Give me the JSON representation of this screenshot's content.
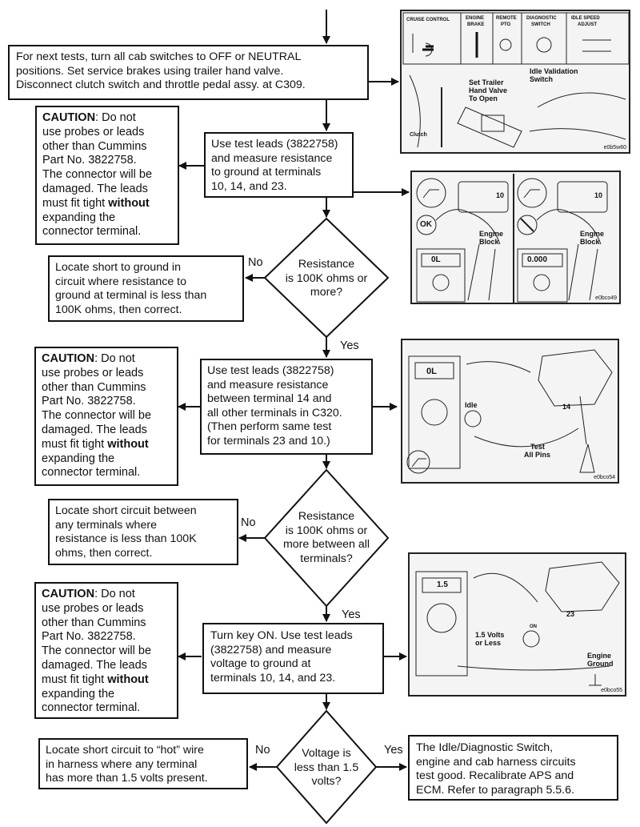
{
  "flow": {
    "intro": [
      "For next tests, turn all cab switches to OFF or NEUTRAL",
      "positions. Set service brakes using trailer hand valve.",
      "Disconnect clutch switch and throttle pedal assy. at C309."
    ],
    "step1": [
      "Use test leads (3822758)",
      "and measure resistance",
      "to ground at  terminals",
      "10, 14, and 23."
    ],
    "decision1": [
      "Resistance",
      "is 100K ohms or",
      "more?"
    ],
    "fail1": [
      "Locate short to ground in",
      "circuit where resistance to",
      "ground at terminal is less than",
      "100K ohms, then correct."
    ],
    "step2": [
      "Use test leads (3822758)",
      "and measure resistance",
      "between  terminal 14 and",
      "all other terminals in C320.",
      "(Then perform same test",
      "for terminals 23 and 10.)"
    ],
    "decision2": [
      "Resistance",
      "is 100K ohms or",
      "more between all",
      "terminals?"
    ],
    "fail2": [
      "Locate short circuit between",
      "any terminals where",
      "resistance is less than 100K",
      "ohms, then correct."
    ],
    "step3": [
      "Turn key ON. Use test leads",
      "(3822758) and measure",
      "voltage to ground at",
      "terminals 10, 14, and 23."
    ],
    "decision3": [
      "Voltage is",
      "less than 1.5",
      "volts?"
    ],
    "fail3": [
      "Locate short circuit to “hot” wire",
      "in harness where any terminal",
      "has more than 1.5 volts present."
    ],
    "pass": [
      "The Idle/Diagnostic Switch,",
      "engine and cab harness circuits",
      "test good. Recalibrate APS and",
      "ECM. Refer to paragraph 5.5.6."
    ],
    "yes": "Yes",
    "no": "No"
  },
  "caution": {
    "label": "CAUTION",
    "lines": [
      ": Do not",
      "use probes or leads",
      "other than Cummins",
      "Part No. 3822758.",
      "The connector will be",
      "damaged. The leads",
      "must fit tight ",
      "without",
      "expanding the",
      "connector terminal."
    ]
  },
  "figures": {
    "fig1": {
      "headers": [
        "CRUISE CONTROL",
        "ENGINE",
        "BRAKE",
        "REMOTE",
        "PTO",
        "DIAGNOSTIC",
        "SWITCH",
        "IDLE SPEED",
        "ADJUST"
      ],
      "labels": [
        "Set Trailer",
        "Hand Valve",
        "To Open",
        "Idle Validation",
        "Switch",
        "Clutch"
      ],
      "code": "e0b5w60"
    },
    "fig2": {
      "labels": [
        "OK",
        "Engine",
        "Block",
        "Engine",
        "Block"
      ],
      "readings": [
        "0L",
        "0.000"
      ],
      "terminal": "10",
      "code": "e0bco49"
    },
    "fig3": {
      "labels": [
        "Idle",
        "Test",
        "All Pins",
        "14"
      ],
      "reading": "0L",
      "code": "e0bco54"
    },
    "fig4": {
      "labels": [
        "1.5 Volts",
        "or Less",
        "Engine",
        "Ground",
        "23",
        "ON"
      ],
      "reading": "1.5",
      "code": "e0bco55"
    }
  }
}
